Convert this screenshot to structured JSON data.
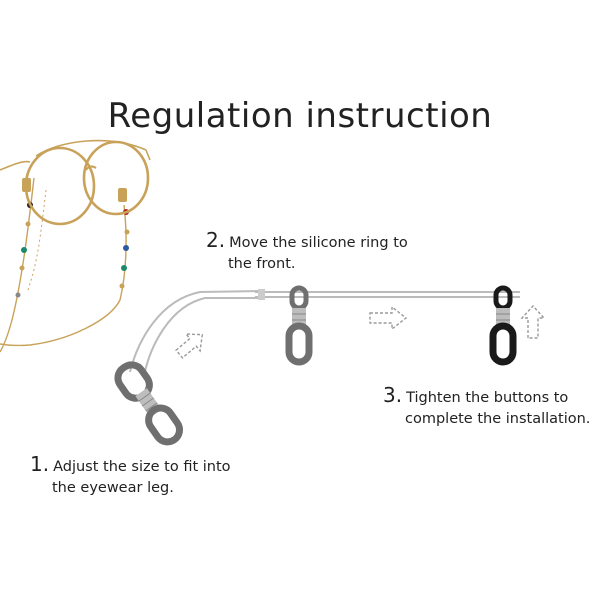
{
  "title": "Regulation instruction",
  "steps": [
    {
      "number": "1.",
      "line1": "Adjust the size to fit into",
      "line2": "the eyewear leg."
    },
    {
      "number": "2.",
      "line1": "Move the silicone ring to",
      "line2": "the front."
    },
    {
      "number": "3.",
      "line1": "Tighten the buttons to",
      "line2": "complete the installation."
    }
  ],
  "colors": {
    "gold": "#c9a25a",
    "rubber_grey": "#6f6f6f",
    "rubber_black": "#1a1a1a",
    "spring": "#bdbdbd",
    "arrow": "#9a9a9a"
  },
  "icons": [
    "eyeglasses-with-chain-illustration",
    "silicone-ring-icon",
    "direction-arrow-icon"
  ]
}
